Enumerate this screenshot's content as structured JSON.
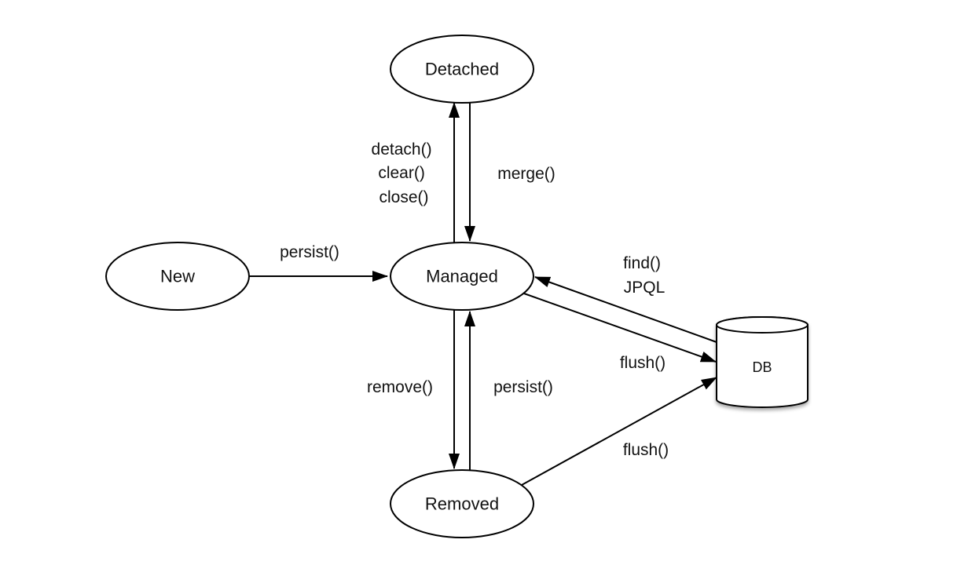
{
  "states": {
    "new": "New",
    "managed": "Managed",
    "detached": "Detached",
    "removed": "Removed"
  },
  "datastore": {
    "label": "DB"
  },
  "transitions": {
    "new_to_managed": "persist()",
    "managed_to_detached": [
      "detach()",
      "clear()",
      "close()"
    ],
    "detached_to_managed": "merge()",
    "managed_to_removed": "remove()",
    "removed_to_managed": "persist()",
    "db_to_managed": [
      "find()",
      "JPQL"
    ],
    "managed_to_db": "flush()",
    "removed_to_db": "flush()"
  },
  "colors": {
    "stroke": "#000000",
    "node_fill": "#ffffff",
    "text": "#111111"
  }
}
